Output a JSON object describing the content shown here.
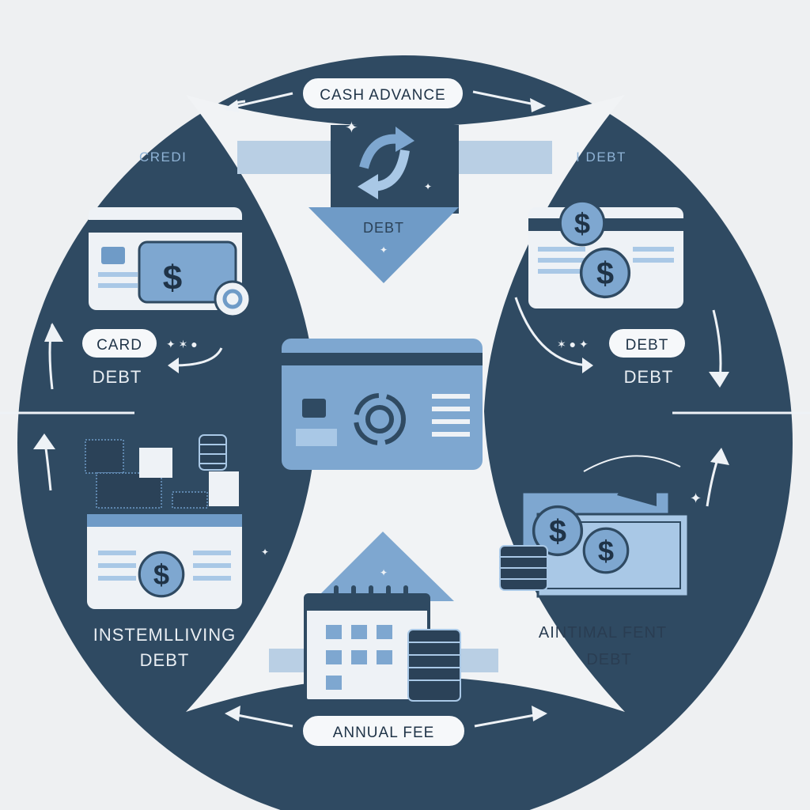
{
  "labels": {
    "cash_advance": "CASH ADVANCE",
    "top_debt": "DEBT",
    "credit_heading": "CREDI",
    "card_pill": "CARD",
    "card_debt": "DEBT",
    "right_heading": "I DEBT",
    "right_pill": "DEBT",
    "right_debt": "DEBT",
    "installment_title": "INSTEMLLIVING",
    "installment_debt": "DEBT",
    "annual_fee": "ANNUAL  FEE",
    "aintimal_title": "AINTIMAL FENT",
    "aintimal_debt": "DEBT"
  },
  "icons": {
    "dollar_glyph": "$"
  },
  "colors": {
    "background": "#eef0f2",
    "dark_navy": "#2f4a62",
    "mid_blue": "#6f9bc7",
    "light_blue": "#a9c8e6",
    "pale": "#eef2f6"
  }
}
